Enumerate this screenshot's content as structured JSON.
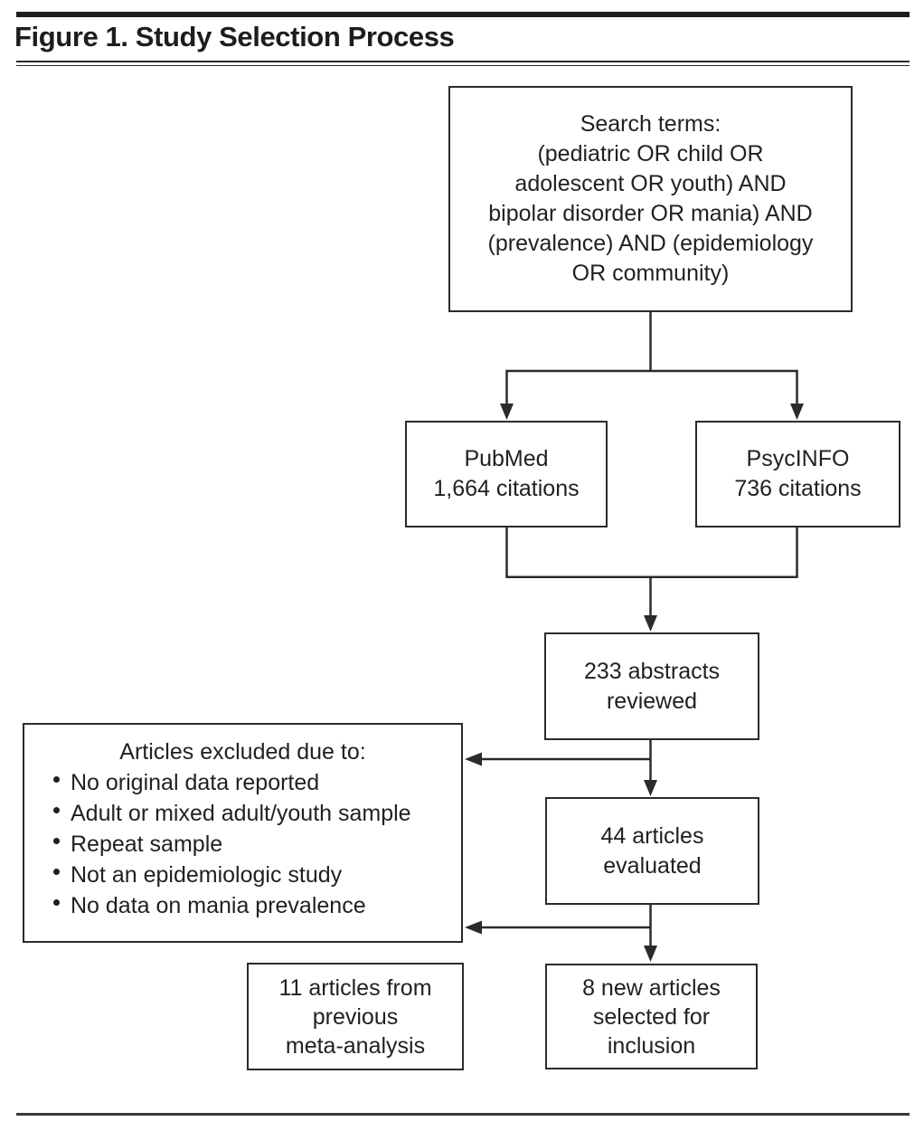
{
  "figure": {
    "title": "Figure 1. Study Selection Process"
  },
  "flowchart": {
    "search_box": {
      "lines": [
        "Search terms:",
        "(pediatric OR child OR",
        "adolescent OR youth) AND",
        "bipolar disorder OR mania) AND",
        "(prevalence) AND (epidemiology",
        "OR community)"
      ]
    },
    "pubmed_box": {
      "lines": [
        "PubMed",
        "1,664 citations"
      ]
    },
    "psycinfo_box": {
      "lines": [
        "PsycINFO",
        "736 citations"
      ]
    },
    "abstracts_box": {
      "lines": [
        "233 abstracts",
        "reviewed"
      ]
    },
    "exclusion_box": {
      "header": "Articles excluded due to:",
      "bullets": [
        "No original data reported",
        "Adult or mixed adult/youth sample",
        "Repeat sample",
        "Not an epidemiologic study",
        "No data on mania prevalence"
      ]
    },
    "evaluated_box": {
      "lines": [
        "44 articles",
        "evaluated"
      ]
    },
    "previous_box": {
      "lines": [
        "11 articles from",
        "previous",
        "meta-analysis"
      ]
    },
    "selected_box": {
      "lines": [
        "8 new articles",
        "selected for",
        "inclusion"
      ]
    }
  },
  "colors": {
    "line": "#2b2b2b",
    "text": "#231f20",
    "top_bar": "#1d1d1d",
    "bottom_rule": "#3a3a3a",
    "background": "#ffffff"
  }
}
